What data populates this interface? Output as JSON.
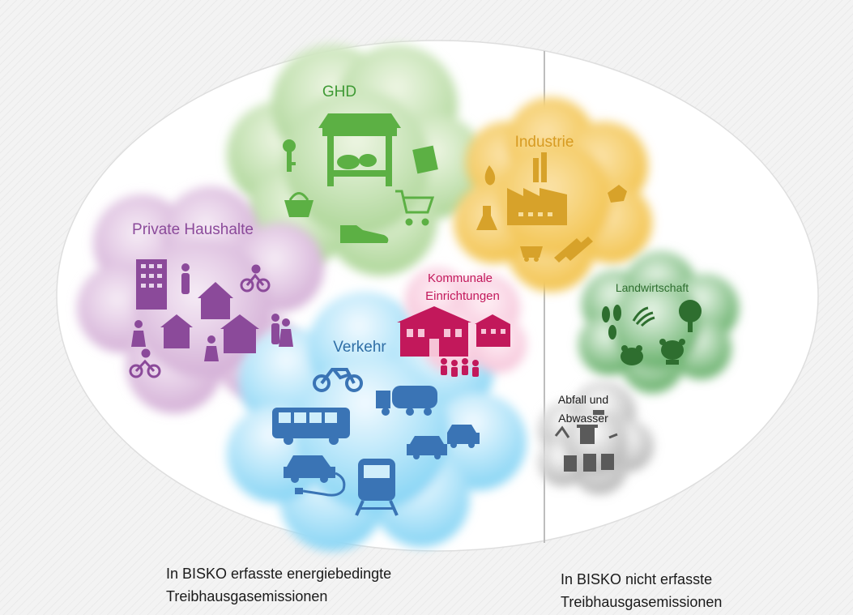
{
  "sectors": {
    "ghd": "GHD",
    "industrie": "Industrie",
    "private_haushalte": "Private Haushalte",
    "kommunale_1": "Kommunale",
    "kommunale_2": "Einrichtungen",
    "verkehr": "Verkehr",
    "landwirtschaft": "Landwirtschaft",
    "abfall_1": "Abfall und",
    "abfall_2": "Abwasser"
  },
  "captions": {
    "left_line1": "In BISKO erfasste energiebedingte",
    "left_line2": "Treibhausgasemissionen",
    "right_line1": "In BISKO nicht erfasste",
    "right_line2": "Treibhausgasemissionen"
  },
  "colors": {
    "ghd": "#6abf4b",
    "industrie": "#e3a81a",
    "private_haushalte": "#7b3f8c",
    "kommunale": "#c2185b",
    "verkehr": "#3a74b5",
    "landwirtschaft": "#2e7d32",
    "abfall": "#555555"
  },
  "icons": {
    "ghd": [
      "market-stall-icon",
      "key-icon",
      "basket-icon",
      "shopping-cart-icon",
      "shoe-icon",
      "package-icon"
    ],
    "industrie": [
      "factory-icon",
      "flame-icon",
      "flask-icon",
      "mine-cart-icon",
      "steel-beams-icon",
      "ore-icon"
    ],
    "private_haushalte": [
      "apartment-building-icon",
      "house-icon",
      "person-icon",
      "cyclist-icon",
      "couple-icon"
    ],
    "kommunale": [
      "town-hall-icon",
      "municipal-building-icon",
      "people-group-icon"
    ],
    "verkehr": [
      "motorcycle-icon",
      "truck-icon",
      "bus-icon",
      "car-icon",
      "electric-car-icon",
      "train-icon"
    ],
    "landwirtschaft": [
      "corn-icon",
      "field-icon",
      "tree-icon",
      "pig-icon",
      "cow-icon"
    ],
    "abfall": [
      "waste-bin-icon",
      "recycling-icon",
      "sewage-icon"
    ]
  }
}
